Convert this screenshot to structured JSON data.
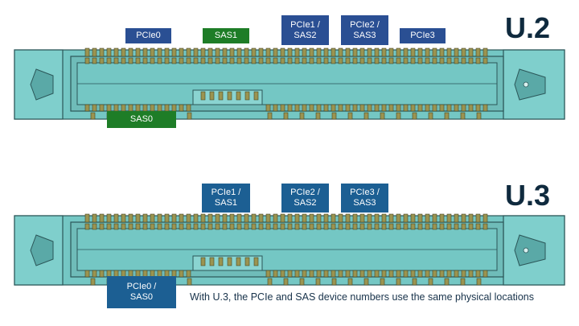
{
  "colors": {
    "pcie": "#2a4f93",
    "sas": "#1e7d27",
    "combined": "#1c5f93",
    "connector_body": "#74c7c4",
    "connector_outline": "#2b5658",
    "connector_dark": "#5aa9a7",
    "pin": "#9b9450",
    "pin_outline": "#4a4620"
  },
  "u2": {
    "heading": "U.2",
    "labels": [
      {
        "id": "pcie0",
        "text": "PCIe0",
        "kind": "pcie"
      },
      {
        "id": "sas1",
        "text": "SAS1",
        "kind": "sas"
      },
      {
        "id": "pcie1-sas2",
        "text": "PCIe1 /\nSAS2",
        "kind": "pcie"
      },
      {
        "id": "pcie2-sas3",
        "text": "PCIe2 /\nSAS3",
        "kind": "pcie"
      },
      {
        "id": "pcie3",
        "text": "PCIe3",
        "kind": "pcie"
      },
      {
        "id": "sas0",
        "text": "SAS0",
        "kind": "sas"
      }
    ]
  },
  "u3": {
    "heading": "U.3",
    "labels": [
      {
        "id": "pcie1-sas1",
        "text": "PCIe1 /\nSAS1",
        "kind": "combined"
      },
      {
        "id": "pcie2-sas2",
        "text": "PCIe2 /\nSAS2",
        "kind": "combined"
      },
      {
        "id": "pcie3-sas3",
        "text": "PCIe3 /\nSAS3",
        "kind": "combined"
      },
      {
        "id": "pcie0-sas0",
        "text": "PCIe0 /\nSAS0",
        "kind": "combined"
      }
    ],
    "caption": "With U.3, the PCIe and SAS device numbers use the same physical locations"
  }
}
